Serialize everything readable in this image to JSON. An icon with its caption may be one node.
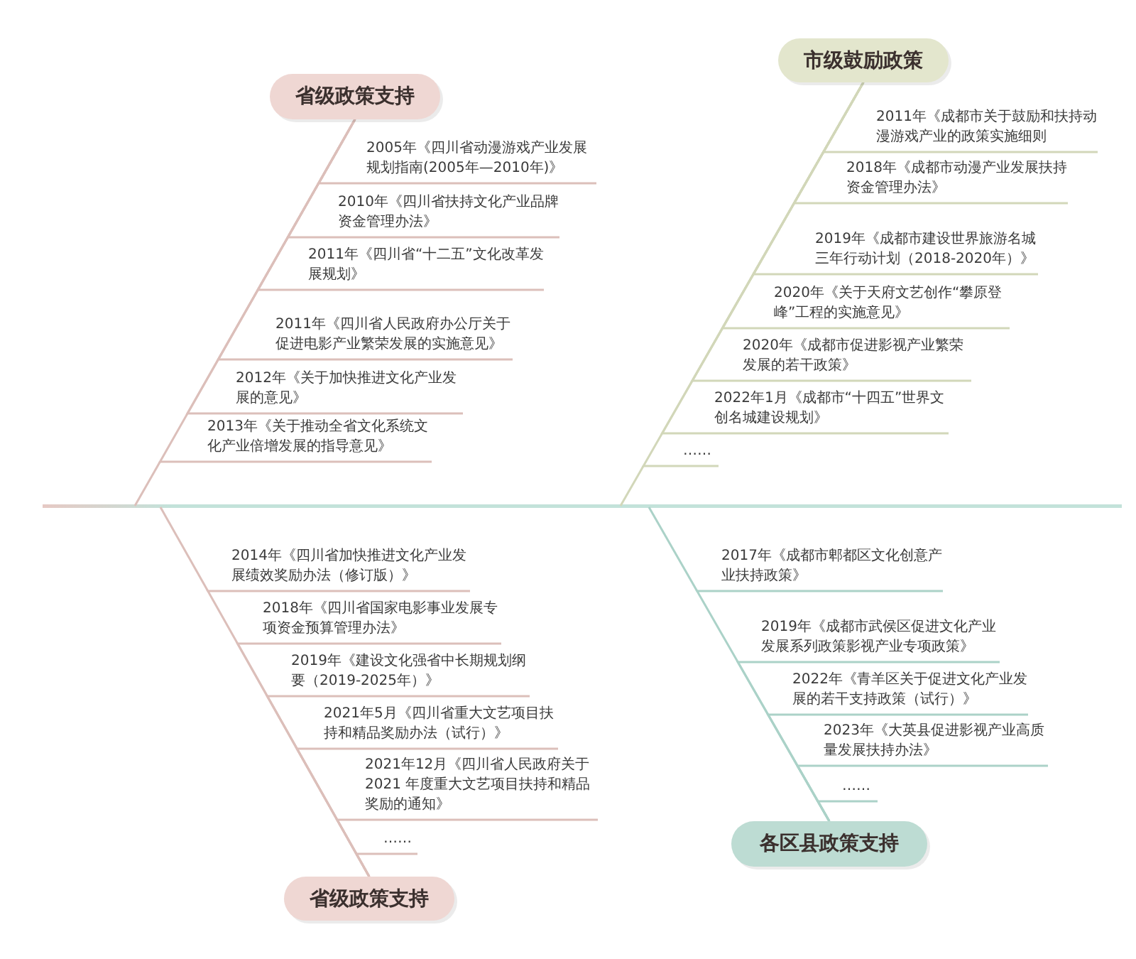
{
  "diagram": {
    "nodes": [
      {
        "text": [
          "省级政策支持"
        ]
      },
      {
        "text": [
          "2005年《四川省动漫游戏产业发展规划指南(2005年—2010年)》"
        ]
      },
      {
        "text": [
          "2010年《四川省扶持文化产业品牌资金管理办法》"
        ]
      },
      {
        "text": [
          "2011年《四川省“十二五”文化改革发展规划》"
        ]
      },
      {
        "text": [
          "2011年《四川省人民政府办公厅关于促进电影产业繁荣发展的实施意见》"
        ]
      },
      {
        "text": [
          "2012年《关于加快推进文化产业发展的意见》"
        ]
      },
      {
        "text": [
          "2013年《关于推动全省文化系统文化产业倍增发展的指导意见》"
        ]
      },
      {
        "text": [
          "市级鼓励政策"
        ]
      },
      {
        "text": [
          "2011年《成都市关于鼓励和扶持动漫游戏产业的政策实施细则"
        ]
      },
      {
        "text": [
          "2018年《成都市动漫产业发展扶持资金管理办法》"
        ]
      },
      {
        "text": [
          "2019年《成都市建设世界旅游名城三年行动计划（2018-2020年）》"
        ]
      },
      {
        "text": [
          "2020年《关于天府文艺创作“攀原登峰”工程的实施意见》"
        ]
      },
      {
        "text": [
          "2020年《成都市促进影视产业繁荣发展的若干政策》"
        ]
      },
      {
        "text": [
          "2022年1月《成都市“十四五”世界文创名城建设规划》"
        ]
      },
      {
        "text": [
          "……"
        ]
      },
      {
        "text": [
          "2014年《四川省加快推进文化产业发展绩效奖励办法（修订版）》"
        ]
      },
      {
        "text": [
          "2018年《四川省国家电影事业发展专项资金预算管理办法》"
        ]
      },
      {
        "text": [
          "2019年《建设文化强省中长期规划纲要（2019-2025年）》"
        ]
      },
      {
        "text": [
          "2021年5月《四川省重大文艺项目扶持和精品奖励办法（试行）》"
        ]
      },
      {
        "text": [
          "2021年12月《四川省人民政府关于 2021 年度重大文艺项目扶持和精品奖励的通知》"
        ]
      },
      {
        "text": [
          "……"
        ]
      },
      {
        "text": [
          "省级政策支持"
        ]
      },
      {
        "text": [
          "2017年《成都市郫都区文化创意产业扶持政策》"
        ]
      },
      {
        "text": [
          "2019年《成都市武侯区促进文化产业发展系列政策影视产业专项政策》"
        ]
      },
      {
        "text": [
          "2022年《青羊区关于促进文化产业发展的若干支持政策（试行）》"
        ]
      },
      {
        "text": [
          "2023年《大英县促进影视产业高质量发展扶持办法》"
        ]
      },
      {
        "text": [
          "……"
        ]
      },
      {
        "text": [
          "各区县政策支持"
        ]
      }
    ],
    "edges": [
      {
        "from": 1,
        "to": 0,
        "arrow": "none"
      },
      {
        "from": 2,
        "to": 0,
        "arrow": "none"
      },
      {
        "from": 3,
        "to": 0,
        "arrow": "none"
      },
      {
        "from": 4,
        "to": 0,
        "arrow": "none"
      },
      {
        "from": 5,
        "to": 0,
        "arrow": "none"
      },
      {
        "from": 6,
        "to": 0,
        "arrow": "none"
      },
      {
        "from": 8,
        "to": 7,
        "arrow": "none",
        "color": "#d2d7b9"
      },
      {
        "from": 9,
        "to": 7,
        "arrow": "none",
        "color": "#d2d7b9"
      },
      {
        "from": 10,
        "to": 7,
        "arrow": "none",
        "color": "#d2d7b9"
      },
      {
        "from": 11,
        "to": 7,
        "arrow": "none",
        "color": "#d2d7b9"
      },
      {
        "from": 12,
        "to": 7,
        "arrow": "none",
        "color": "#d2d7b9"
      },
      {
        "from": 13,
        "to": 7,
        "arrow": "none",
        "color": "#d2d7b9"
      },
      {
        "from": 14,
        "to": 7,
        "arrow": "none",
        "color": "#d2d7b9"
      },
      {
        "from": 15,
        "to": 21,
        "arrow": "none"
      },
      {
        "from": 16,
        "to": 21,
        "arrow": "none"
      },
      {
        "from": 17,
        "to": 21,
        "arrow": "none"
      },
      {
        "from": 18,
        "to": 21,
        "arrow": "none"
      },
      {
        "from": 19,
        "to": 21,
        "arrow": "none"
      },
      {
        "from": 20,
        "to": 21,
        "arrow": "none"
      },
      {
        "from": 22,
        "to": 27,
        "arrow": "none",
        "color": "#abd2c8"
      },
      {
        "from": 23,
        "to": 27,
        "arrow": "none",
        "color": "#abd2c8"
      },
      {
        "from": 24,
        "to": 27,
        "arrow": "none",
        "color": "#abd2c8"
      },
      {
        "from": 25,
        "to": 27,
        "arrow": "none",
        "color": "#abd2c8"
      },
      {
        "from": 26,
        "to": 27,
        "arrow": "none",
        "color": "#abd2c8"
      }
    ]
  }
}
